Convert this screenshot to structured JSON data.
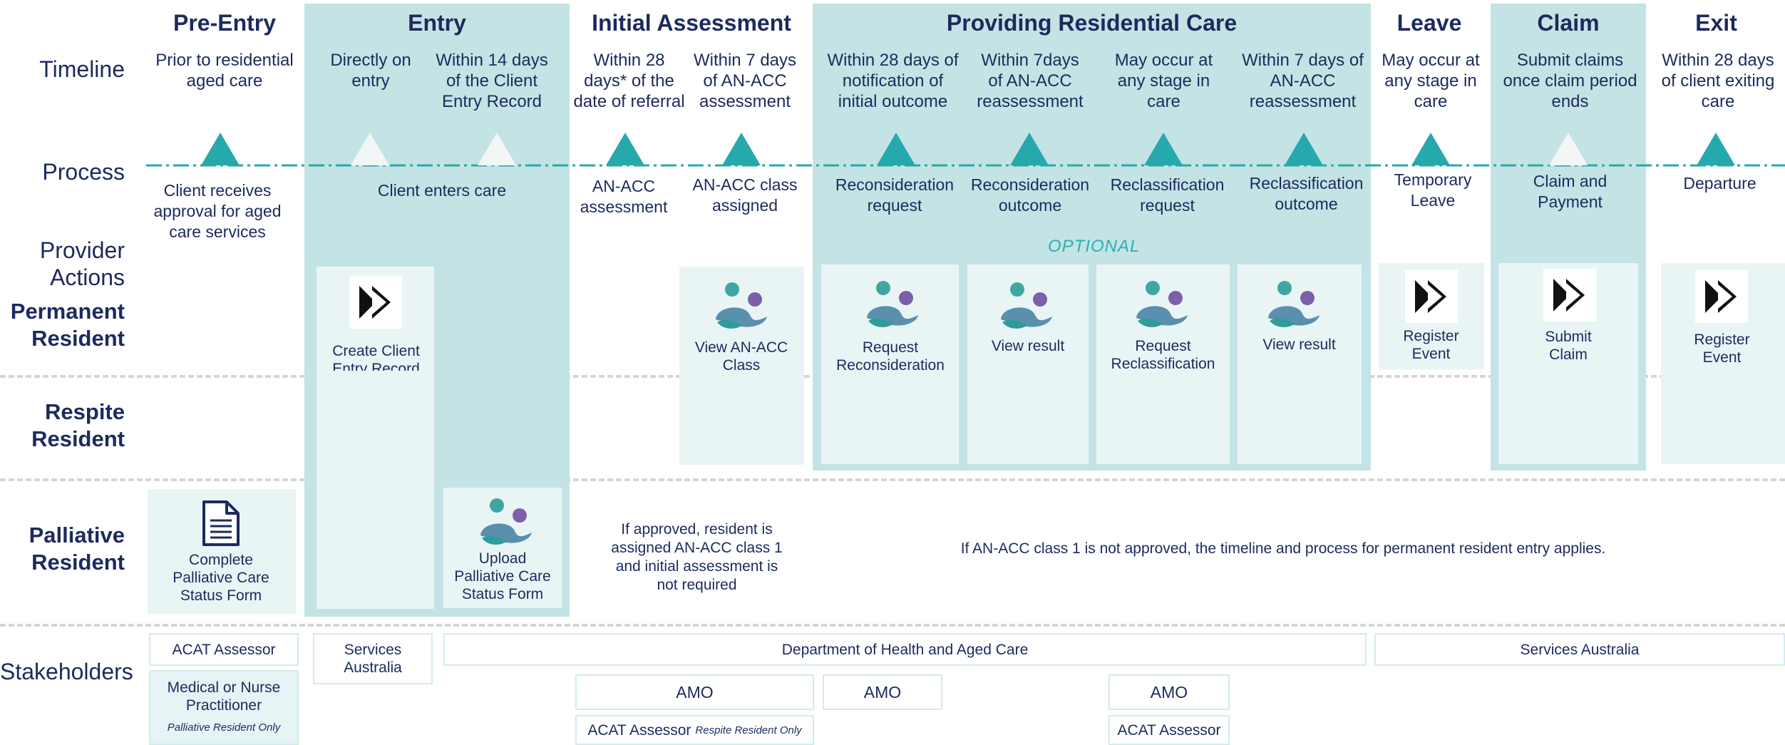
{
  "phases": {
    "pre_entry": "Pre-Entry",
    "entry": "Entry",
    "initial_assessment": "Initial Assessment",
    "providing_care": "Providing Residential Care",
    "leave": "Leave",
    "claim": "Claim",
    "exit": "Exit"
  },
  "row_labels": {
    "timeline": "Timeline",
    "process": "Process",
    "provider_actions_1": "Provider",
    "provider_actions_2": "Actions",
    "permanent_1": "Permanent",
    "permanent_2": "Resident",
    "respite_1": "Respite",
    "respite_2": "Resident",
    "palliative_1": "Palliative",
    "palliative_2": "Resident",
    "stakeholders": "Stakeholders"
  },
  "timeline": [
    "Prior to residential aged care",
    "Directly on entry",
    "Within 14 days of the Client Entry Record",
    "Within 28 days* of the date of referral",
    "Within 7 days of AN-ACC assessment",
    "Within 28 days of notification of initial outcome",
    "Within 7days of AN-ACC reassessment",
    "May occur at any stage in care",
    "Within 7 days of AN-ACC reassessment",
    "May occur at any stage in care",
    "Submit claims once claim period ends",
    "Within 28 days of client exiting care"
  ],
  "process": [
    "Client receives approval for aged care services",
    "Client enters care",
    "AN-ACC assessment",
    "AN-ACC class assigned",
    "Reconsideration request",
    "Reconsideration outcome",
    "Reclassification request",
    "Reclassification outcome",
    "Temporary Leave",
    "Claim and Payment",
    "Departure"
  ],
  "optional_label": "OPTIONAL",
  "actions": {
    "create_client_entry": "Create Client Entry Record",
    "view_anacc_class": "View AN-ACC Class",
    "request_reconsideration": "Request Reconsideration",
    "view_result_1": "View result",
    "request_reclassification": "Request Reclassification",
    "view_result_2": "View result",
    "register_event_leave": "Register Event",
    "submit_claim": "Submit Claim",
    "register_event_exit": "Register Event",
    "complete_palliative": "Complete Palliative Care Status Form",
    "upload_palliative": "Upload Palliative Care Status Form"
  },
  "notes": {
    "palliative_approved": "If approved, resident is assigned AN-ACC class 1 and initial assessment is not required",
    "palliative_not_approved": "If AN-ACC class 1 is not approved, the timeline and process for permanent resident entry applies."
  },
  "stakeholders": {
    "acat_assessor": "ACAT Assessor",
    "medical_nurse": "Medical or Nurse Practitioner",
    "palliative_only": "Palliative Resident Only",
    "services_australia_entry": "Services Australia",
    "department": "Department of Health and Aged Care",
    "services_australia_claim": "Services Australia",
    "amo_1": "AMO",
    "amo_2": "AMO",
    "amo_3": "AMO",
    "acat_assessor_respite": "ACAT Assessor",
    "respite_only": "Respite Resident Only",
    "acat_assessor_2": "ACAT Assessor"
  },
  "colors": {
    "band": "#c4e3e4",
    "panel": "#e9f5f5",
    "teal": "#26a9ad",
    "navy": "#1c2a5e"
  },
  "icons": {
    "fast_forward": "fast-forward-icon",
    "people": "people-icon",
    "document": "document-icon"
  }
}
